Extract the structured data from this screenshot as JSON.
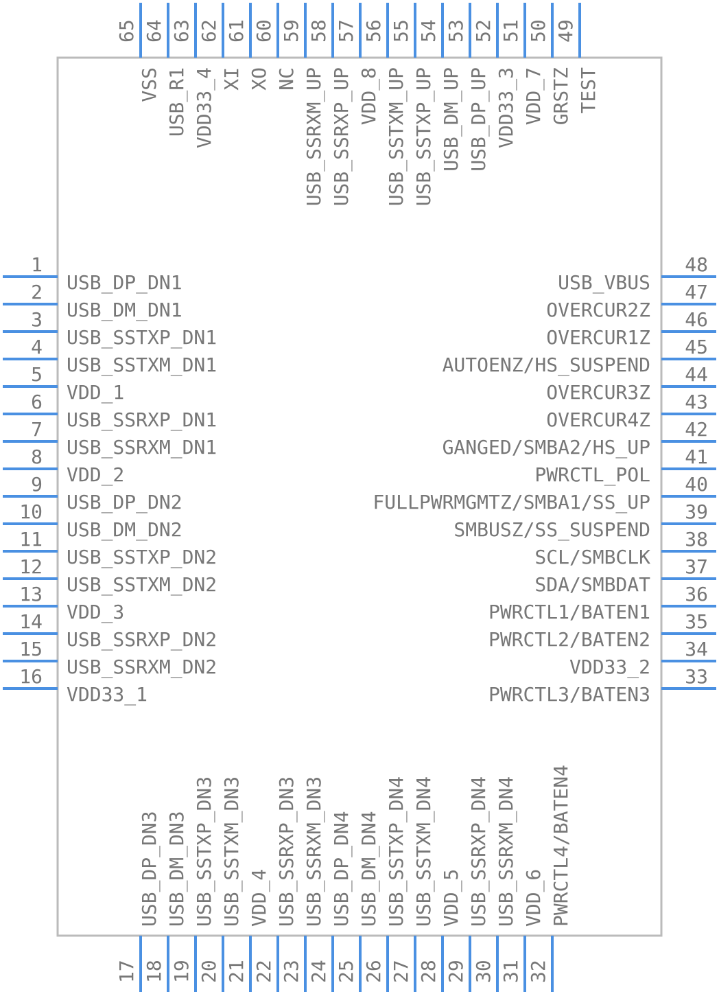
{
  "pins_left": [
    {
      "num": "1",
      "name": "USB_DP_DN1"
    },
    {
      "num": "2",
      "name": "USB_DM_DN1"
    },
    {
      "num": "3",
      "name": "USB_SSTXP_DN1"
    },
    {
      "num": "4",
      "name": "USB_SSTXM_DN1"
    },
    {
      "num": "5",
      "name": "VDD_1"
    },
    {
      "num": "6",
      "name": "USB_SSRXP_DN1"
    },
    {
      "num": "7",
      "name": "USB_SSRXM_DN1"
    },
    {
      "num": "8",
      "name": "VDD_2"
    },
    {
      "num": "9",
      "name": "USB_DP_DN2"
    },
    {
      "num": "10",
      "name": "USB_DM_DN2"
    },
    {
      "num": "11",
      "name": "USB_SSTXP_DN2"
    },
    {
      "num": "12",
      "name": "USB_SSTXM_DN2"
    },
    {
      "num": "13",
      "name": "VDD_3"
    },
    {
      "num": "14",
      "name": "USB_SSRXP_DN2"
    },
    {
      "num": "15",
      "name": "USB_SSRXM_DN2"
    },
    {
      "num": "16",
      "name": "VDD33_1"
    }
  ],
  "pins_right": [
    {
      "num": "48",
      "name": "USB_VBUS"
    },
    {
      "num": "47",
      "name": "OVERCUR2Z"
    },
    {
      "num": "46",
      "name": "OVERCUR1Z"
    },
    {
      "num": "45",
      "name": "AUTOENZ/HS_SUSPEND"
    },
    {
      "num": "44",
      "name": "OVERCUR3Z"
    },
    {
      "num": "43",
      "name": "OVERCUR4Z"
    },
    {
      "num": "42",
      "name": "GANGED/SMBA2/HS_UP"
    },
    {
      "num": "41",
      "name": "PWRCTL_POL"
    },
    {
      "num": "40",
      "name": "FULLPWRMGMTZ/SMBA1/SS_UP"
    },
    {
      "num": "39",
      "name": "SMBUSZ/SS_SUSPEND"
    },
    {
      "num": "38",
      "name": "SCL/SMBCLK"
    },
    {
      "num": "37",
      "name": "SDA/SMBDAT"
    },
    {
      "num": "36",
      "name": "PWRCTL1/BATEN1"
    },
    {
      "num": "35",
      "name": "PWRCTL2/BATEN2"
    },
    {
      "num": "34",
      "name": "VDD33_2"
    },
    {
      "num": "33",
      "name": "PWRCTL3/BATEN3"
    }
  ],
  "pins_bottom": [
    {
      "num": "17",
      "name": ""
    },
    {
      "num": "18",
      "name": "USB_DP_DN3"
    },
    {
      "num": "19",
      "name": "USB_DM_DN3"
    },
    {
      "num": "20",
      "name": "USB_SSTXP_DN3"
    },
    {
      "num": "21",
      "name": "USB_SSTXM_DN3"
    },
    {
      "num": "22",
      "name": "VDD_4"
    },
    {
      "num": "23",
      "name": "USB_SSRXP_DN3"
    },
    {
      "num": "24",
      "name": "USB_SSRXM_DN3"
    },
    {
      "num": "25",
      "name": "USB_DP_DN4"
    },
    {
      "num": "26",
      "name": "USB_DM_DN4"
    },
    {
      "num": "27",
      "name": "USB_SSTXP_DN4"
    },
    {
      "num": "28",
      "name": "USB_SSTXM_DN4"
    },
    {
      "num": "29",
      "name": "VDD_5"
    },
    {
      "num": "30",
      "name": "USB_SSRXP_DN4"
    },
    {
      "num": "31",
      "name": "USB_SSRXM_DN4"
    },
    {
      "num": "32",
      "name": "VDD_6"
    },
    {
      "num": "",
      "name": "PWRCTL4/BATEN4"
    }
  ],
  "pins_top": [
    {
      "num": "65",
      "name": ""
    },
    {
      "num": "64",
      "name": "VSS"
    },
    {
      "num": "63",
      "name": "USB_R1"
    },
    {
      "num": "62",
      "name": "VDD33_4"
    },
    {
      "num": "61",
      "name": "XI"
    },
    {
      "num": "60",
      "name": "XO"
    },
    {
      "num": "59",
      "name": "NC"
    },
    {
      "num": "58",
      "name": "USB_SSRXM_UP"
    },
    {
      "num": "57",
      "name": "USB_SSRXP_UP"
    },
    {
      "num": "56",
      "name": "VDD_8"
    },
    {
      "num": "55",
      "name": "USB_SSTXM_UP"
    },
    {
      "num": "54",
      "name": "USB_SSTXP_UP"
    },
    {
      "num": "53",
      "name": "USB_DM_UP"
    },
    {
      "num": "52",
      "name": "USB_DP_UP"
    },
    {
      "num": "51",
      "name": "VDD33_3"
    },
    {
      "num": "50",
      "name": "VDD_7"
    },
    {
      "num": "49",
      "name": "GRSTZ"
    },
    {
      "num": "",
      "name": "TEST"
    }
  ],
  "colors": {
    "pin_line": "#4a90e2",
    "body_outline": "#bbbbbb",
    "text": "#777777"
  }
}
